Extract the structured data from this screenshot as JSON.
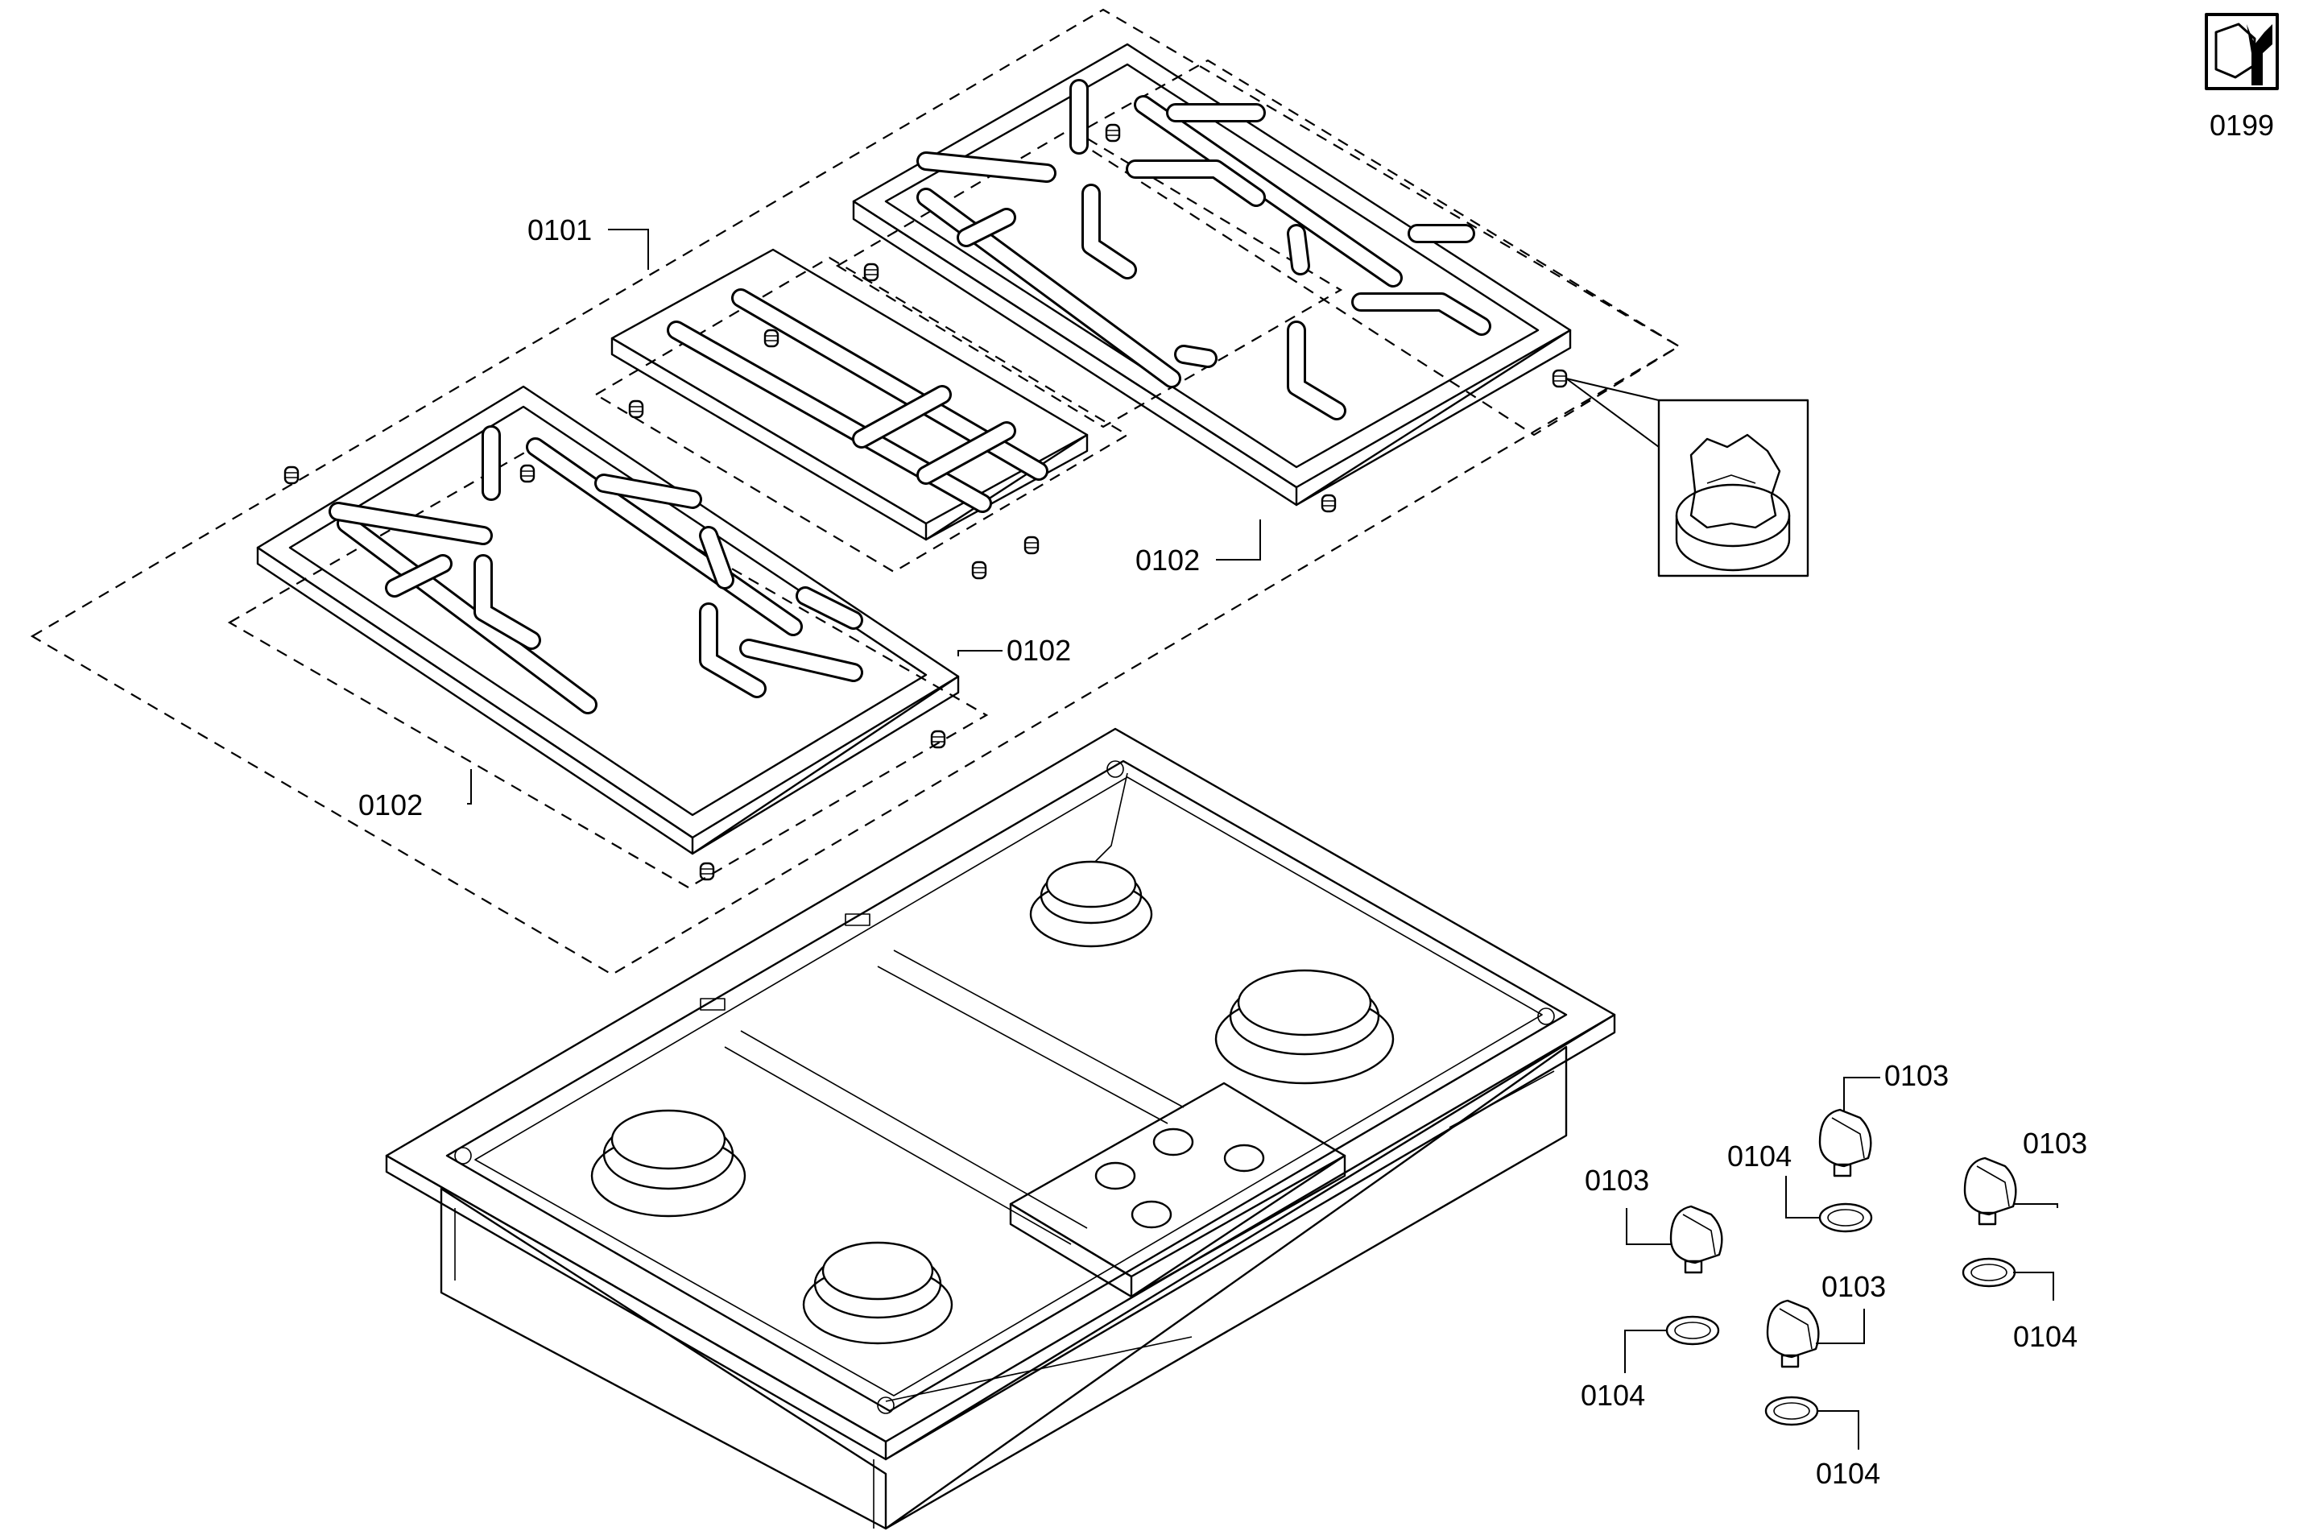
{
  "diagram": {
    "service_icon": "wrench-nut-icon",
    "labels": {
      "l0199": "0199",
      "l0101": "0101",
      "l0102a": "0102",
      "l0102b": "0102",
      "l0102c": "0102",
      "l0103a": "0103",
      "l0103b": "0103",
      "l0103c": "0103",
      "l0103d": "0103",
      "l0104a": "0104",
      "l0104b": "0104",
      "l0104c": "0104",
      "l0104d": "0104"
    }
  }
}
